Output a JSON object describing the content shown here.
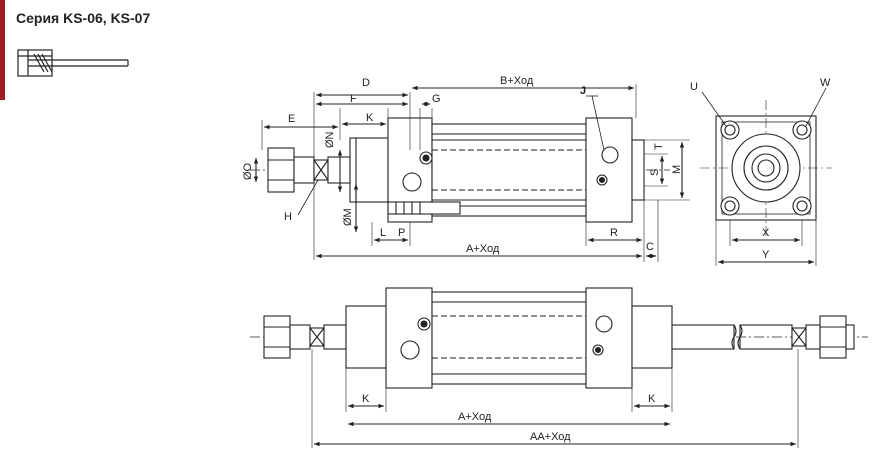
{
  "header": {
    "title": "Серия KS-06, KS-07"
  },
  "colors": {
    "accent": "#9e1b1f",
    "line": "#222222"
  },
  "icons": {
    "series": "cylinder-symbol-icon"
  },
  "drawing": {
    "dims": {
      "d": "D",
      "b_stroke": "B+Ход",
      "f": "F",
      "g": "G",
      "j": "J",
      "k": "K",
      "e": "E",
      "phi_n": "ØN",
      "phi_o": "ØO",
      "phi_m": "ØM",
      "h": "H",
      "l": "L",
      "p": "P",
      "r": "R",
      "c": "C",
      "a_stroke": "A+Ход",
      "t": "T",
      "s": "S",
      "m": "M",
      "u": "U",
      "w": "W",
      "x": "X",
      "y": "Y",
      "k_left": "K",
      "k_right": "K",
      "a_stroke_bottom": "A+Ход",
      "aa_stroke": "AA+Ход"
    }
  }
}
